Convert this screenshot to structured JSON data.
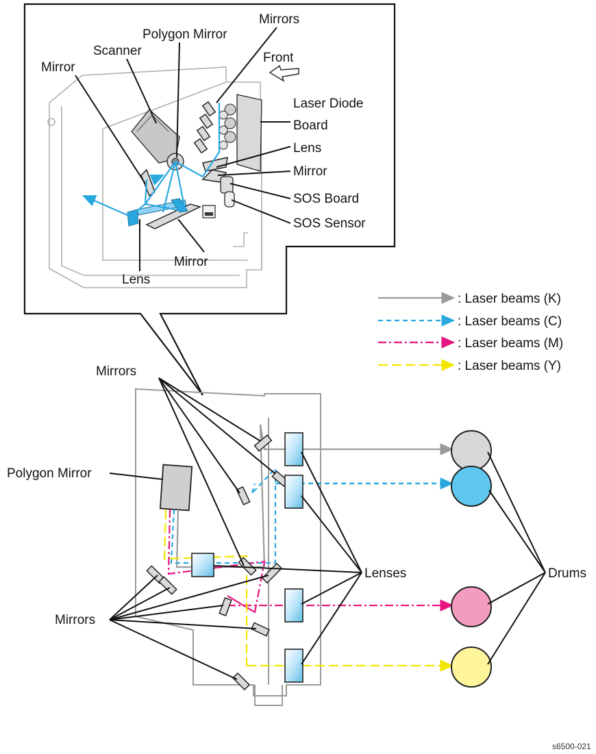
{
  "inset": {
    "labels": {
      "polygon_mirror": "Polygon Mirror",
      "mirrors": "Mirrors",
      "scanner": "Scanner",
      "front": "Front",
      "mirror_left": "Mirror",
      "laser_diode_board_1": "Laser Diode",
      "laser_diode_board_2": "Board",
      "lens_right": "Lens",
      "mirror_right": "Mirror",
      "sos_board": "SOS Board",
      "sos_sensor": "SOS Sensor",
      "mirror_bottom": "Mirror",
      "lens_bottom": "Lens"
    }
  },
  "legend": {
    "items": [
      {
        "label": ": Laser beams (K)",
        "color": "#9a9a9a",
        "style": "solid"
      },
      {
        "label": ": Laser beams (C)",
        "color": "#29a8e0",
        "style": "dashed"
      },
      {
        "label": ": Laser beams (M)",
        "color": "#e6157f",
        "style": "dash-dot"
      },
      {
        "label": ": Laser beams (Y)",
        "color": "#f2e600",
        "style": "long-dash"
      }
    ]
  },
  "main": {
    "labels": {
      "mirrors_top": "Mirrors",
      "polygon_mirror": "Polygon Mirror",
      "lenses": "Lenses",
      "drums": "Drums",
      "mirrors_bottom": "Mirrors"
    },
    "drums": [
      {
        "name": "K",
        "color": "#d8d8d8"
      },
      {
        "name": "C",
        "color": "#5fc8f0"
      },
      {
        "name": "M",
        "color": "#f39cc0"
      },
      {
        "name": "Y",
        "color": "#fff59a"
      }
    ]
  },
  "figure_id": "s6500-021"
}
